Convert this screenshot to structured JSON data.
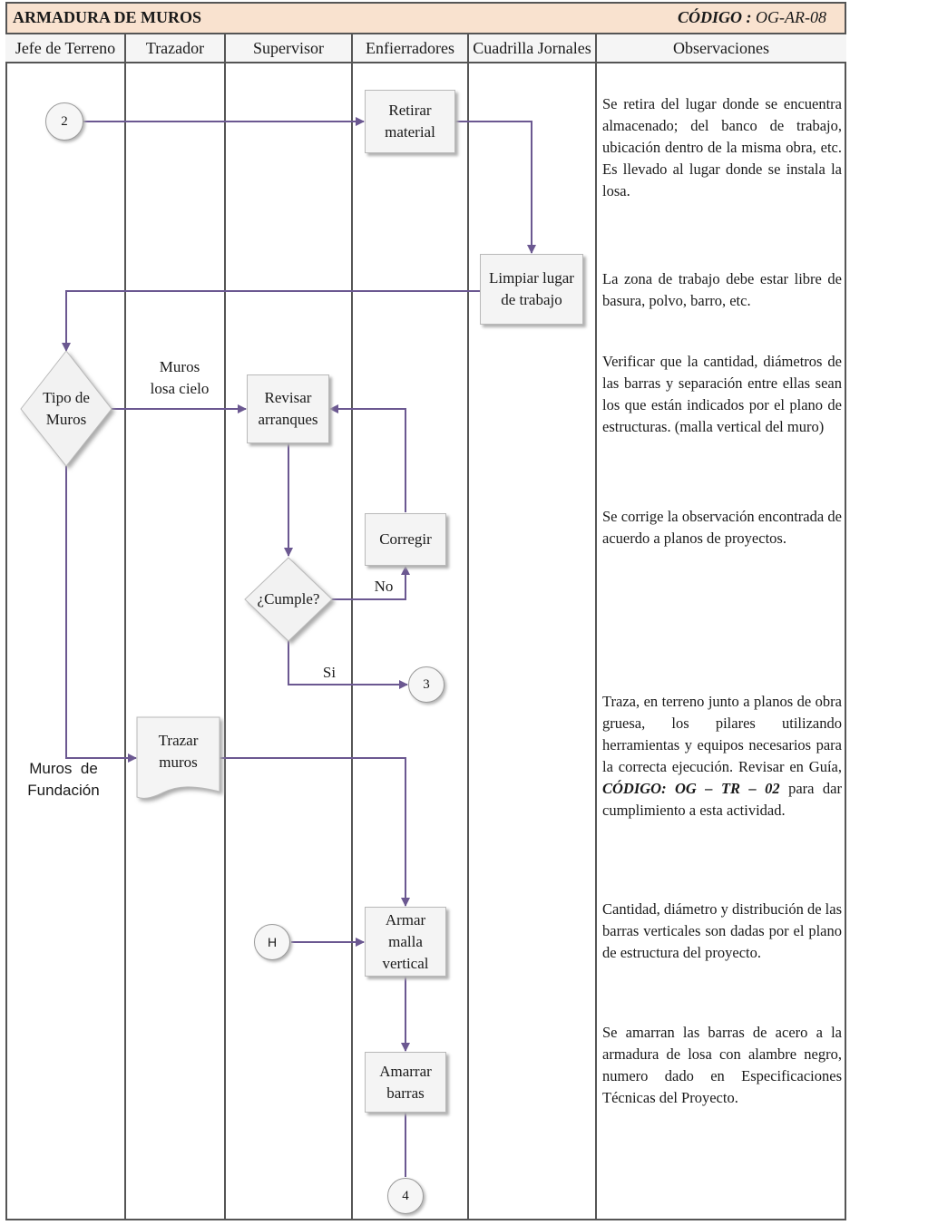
{
  "header": {
    "title": "ARMADURA DE MUROS",
    "code_label": "CÓDIGO :",
    "code_value": "OG-AR-08"
  },
  "lanes": [
    "Jefe de Terreno",
    "Trazador",
    "Supervisor",
    "Enfierradores",
    "Cuadrilla Jornales",
    "Observaciones"
  ],
  "nodes": {
    "connector_2": "2",
    "retirar_material": [
      "Retirar",
      "material"
    ],
    "limpiar_lugar": [
      "Limpiar lugar",
      "de trabajo"
    ],
    "tipo_de_muros": [
      "Tipo de",
      "Muros"
    ],
    "revisar_arranques": [
      "Revisar",
      "arranques"
    ],
    "corregir": "Corregir",
    "cumple": "¿Cumple?",
    "connector_3": "3",
    "trazar_muros": [
      "Trazar",
      "muros"
    ],
    "connector_h": "H",
    "armar_malla": [
      "Armar",
      "malla",
      "vertical"
    ],
    "amarrar_barras": [
      "Amarrar",
      "barras"
    ],
    "connector_4": "4"
  },
  "edge_labels": {
    "muros_losa_cielo": [
      "Muros",
      "losa cielo"
    ],
    "no": "No",
    "si": "Si",
    "muros_fundacion": [
      "Muros  de",
      "Fundación"
    ]
  },
  "observations": {
    "retirar": "Se retira del lugar donde se encuentra almacenado; del banco de trabajo, ubicación dentro de la misma obra, etc. Es llevado al lugar donde se instala la losa.",
    "limpiar": "La zona de trabajo debe estar libre de basura, polvo, barro, etc.",
    "revisar": "Verificar que la cantidad, diámetros de las barras y separación entre ellas sean los que están indicados por el plano de estructuras. (malla vertical del muro)",
    "corregir": "Se corrige la observación encontrada de acuerdo a planos de proyectos.",
    "trazar_pre": "Traza, en terreno junto a planos de obra gruesa, los pilares utilizando herramientas y equipos necesarios para la correcta ejecución. Revisar  en Guía,",
    "trazar_code": "CÓDIGO: OG – TR – 02",
    "trazar_post": "para dar cumplimiento a esta actividad.",
    "armar": "Cantidad, diámetro y distribución de las barras verticales son dadas por el plano de estructura del proyecto.",
    "amarrar": "Se amarran las barras de acero a la armadura de losa con alambre negro, numero dado en Especificaciones Técnicas del Proyecto."
  },
  "colors": {
    "title_bg": "#f9e2cf",
    "flow_line": "#6b5891",
    "frame": "#555555"
  }
}
